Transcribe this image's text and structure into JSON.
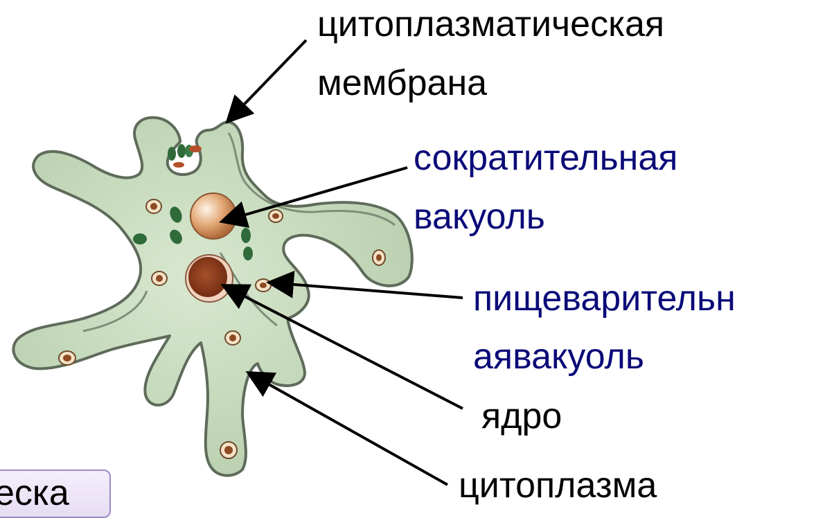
{
  "labels": {
    "membrane_line1": "цитоплазматическая",
    "membrane_line2": "мембрана",
    "contractile_line1": "сократительная",
    "contractile_line2": "вакуоль",
    "digestive_line1": "пищеварительн",
    "digestive_line2": "аявакуоль",
    "nucleus": "ядро",
    "cytoplasm": "цитоплазма"
  },
  "button": {
    "label": "еска"
  },
  "colors": {
    "cell_fill": "#c9dcbf",
    "cell_outline": "#5e6b5a",
    "blue_text": "#0a0a78",
    "nucleus": "#8b3a1c",
    "contractile_vacuole": "#d99a66",
    "chloroplast": "#2f6a3a"
  }
}
